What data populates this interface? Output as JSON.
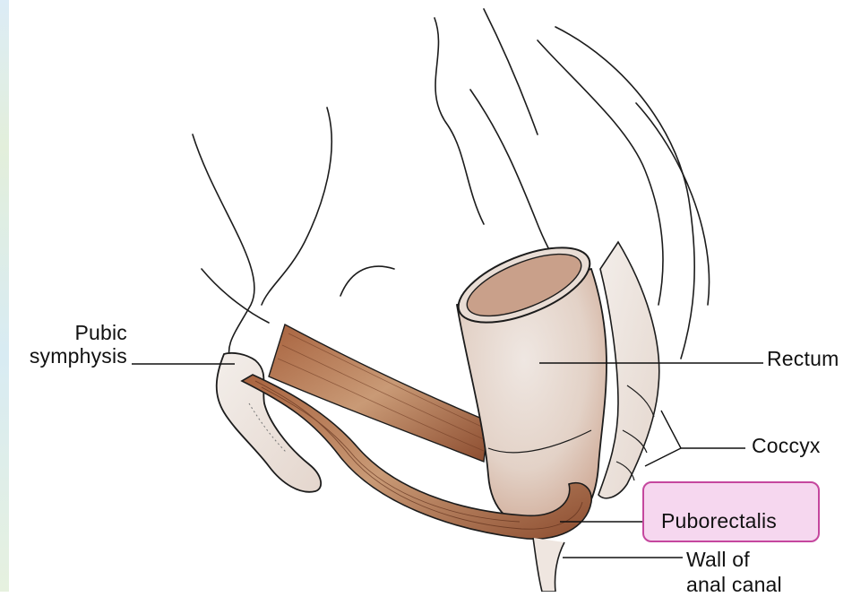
{
  "labels": {
    "pubic_line1": "Pubic",
    "pubic_line2": "symphysis",
    "rectum": "Rectum",
    "coccyx": "Coccyx",
    "puborectalis": "Puborectalis",
    "wall_line1": "Wall of",
    "wall_line2": "anal canal"
  },
  "colors": {
    "muscle": "#c48a64",
    "muscle_dark": "#8d4f33",
    "highlight_fill": "#f6d7ef",
    "highlight_border": "#c5479e",
    "outline": "#1c1c1c"
  }
}
